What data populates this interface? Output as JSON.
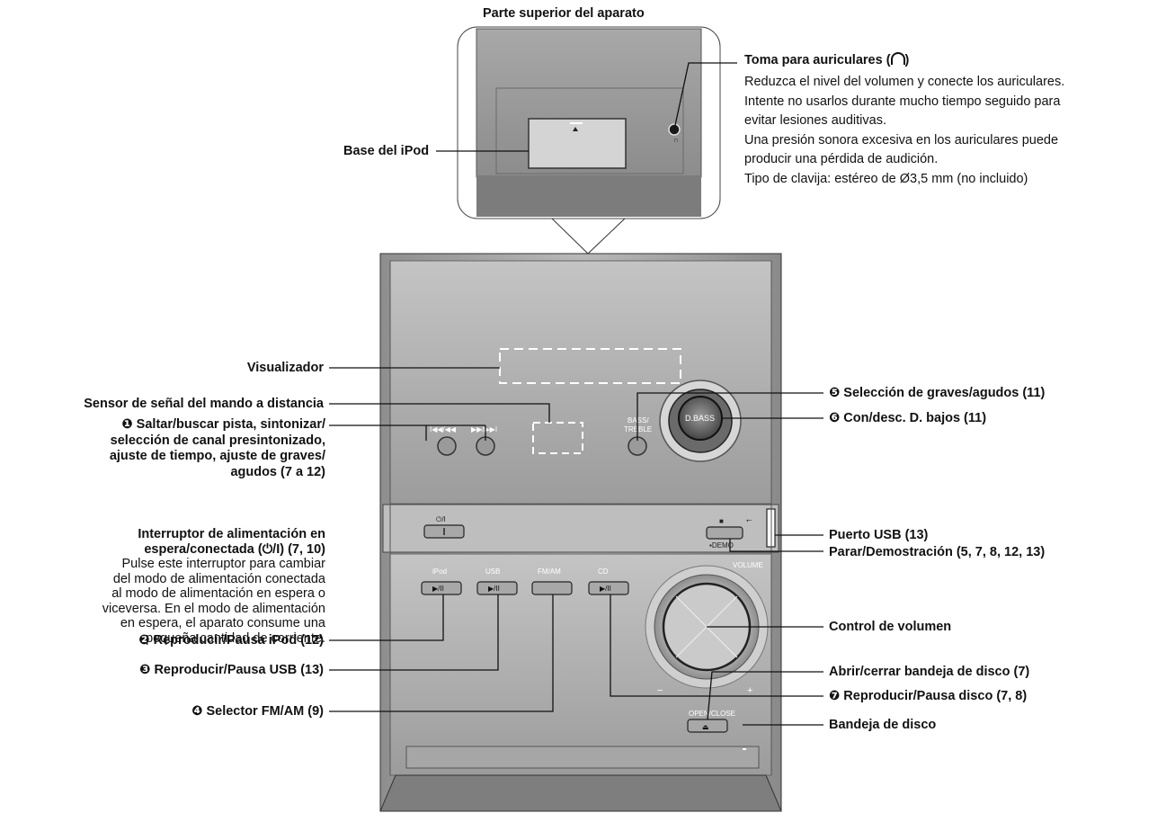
{
  "top_view_title": "Parte superior del aparato",
  "labels": {
    "headphones_title": "Toma para auriculares (",
    "headphones_title_end": ")",
    "headphones_desc": [
      "Reduzca el nivel del volumen y conecte los auriculares.",
      "Intente no usarlos durante mucho tiempo seguido para",
      "evitar lesiones auditivas.",
      "Una presión sonora excesiva en los auriculares puede",
      "producir una pérdida de audición.",
      "Tipo de clavija: estéreo de Ø3,5 mm (no incluido)"
    ],
    "ipod_dock": "Base del iPod",
    "display": "Visualizador",
    "remote_sensor": "Sensor de señal del mando a distancia",
    "skip_search": [
      "❶ Saltar/buscar pista, sintonizar/",
      "selección de canal presintonizado,",
      "ajuste de tiempo, ajuste de graves/",
      "agudos (7 a 12)"
    ],
    "power_switch_title": [
      "Interruptor de alimentación en",
      "espera/conectada (⏻/I) (7, 10)"
    ],
    "power_switch_desc": [
      "Pulse este interruptor para cambiar",
      "del modo de alimentación conectada",
      "al modo de alimentación en espera o",
      "viceversa. En el modo de alimentación",
      "en espera, el aparato consume una",
      "pequeña cantidad de corriente."
    ],
    "play_ipod": "❷ Reproducir/Pausa iPod (12)",
    "play_usb": "❸ Reproducir/Pausa USB (13)",
    "fm_am": "❹ Selector FM/AM (9)",
    "bass_treble": "❺ Selección de graves/agudos (11)",
    "d_bass": "❻ Con/desc. D. bajos (11)",
    "usb_port": "Puerto USB (13)",
    "stop_demo": "Parar/Demostración (5, 7, 8, 12, 13)",
    "volume_control": "Control de volumen",
    "open_close_tray": "Abrir/cerrar bandeja de disco (7)",
    "play_disc": "❼ Reproducir/Pausa disco (7, 8)",
    "disc_tray": "Bandeja de disco"
  },
  "device_text": {
    "skip_buttons": "⏮◀◀/◀◀  ▶▶/▶▶⏭",
    "bass_treble": [
      "BASS/",
      "TREBLE"
    ],
    "d_bass": "D.BASS",
    "power_symbol": "⏻/I",
    "stop_symbol": "■",
    "demo": "▪DEMO",
    "usb_symbol": "⭠",
    "volume": "VOLUME",
    "ipod": "iPod",
    "usb": "USB",
    "fm_am": "FM/AM",
    "cd": "CD",
    "play_pause": "▶/II",
    "minus": "−",
    "plus": "+",
    "open_close": "OPEN/CLOSE",
    "eject": "⏏"
  }
}
